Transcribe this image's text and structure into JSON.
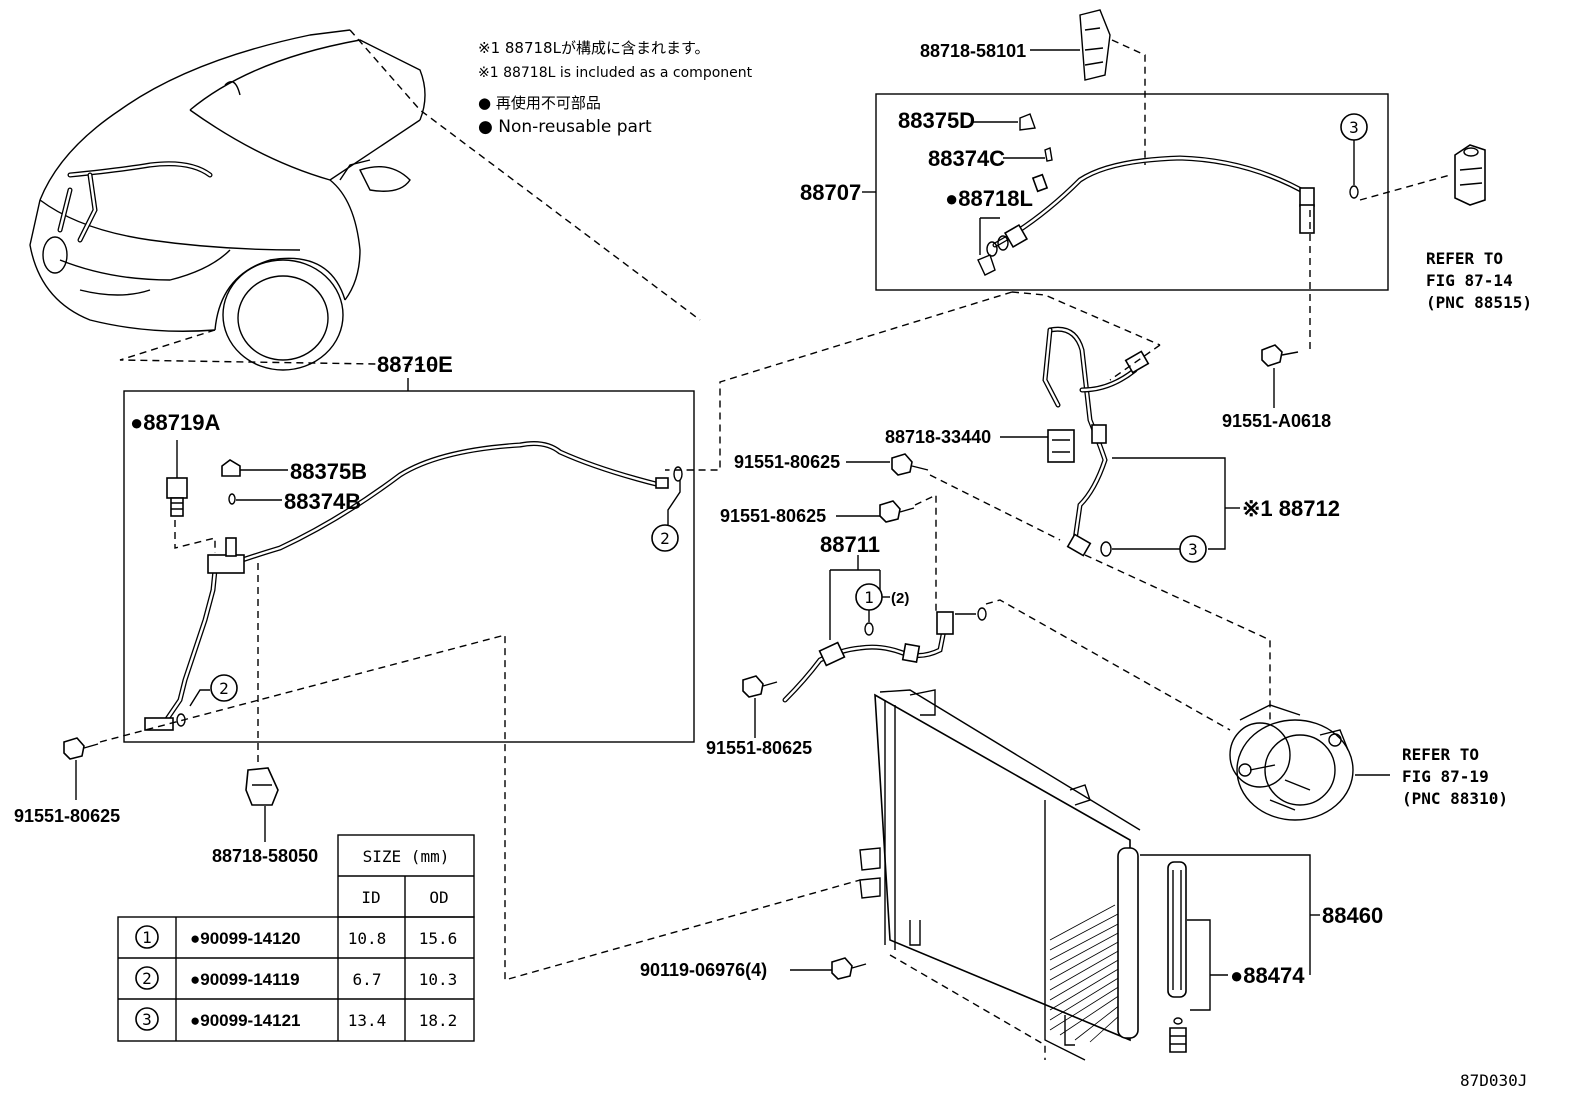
{
  "notes": {
    "jp_component": "※1 88718Lが構成に含まれます。",
    "en_component": "※1 88718L is included as a component",
    "jp_nonreusable": "● 再使用不可部品",
    "en_nonreusable": "● Non-reusable part"
  },
  "labels": {
    "p88718_58101": "88718-58101",
    "p88375D": "88375D",
    "p88374C": "88374C",
    "p88707": "88707",
    "p88718L": "●88718L",
    "p88710E": "88710E",
    "p88719A": "●88719A",
    "p88375B": "88375B",
    "p88374B": "88374B",
    "p88718_33440": "88718-33440",
    "p91551_80625_a": "91551-80625",
    "p91551_80625_b": "91551-80625",
    "p91551_80625_c": "91551-80625",
    "p91551_80625_d": "91551-80625",
    "p91551_A0618": "91551-A0618",
    "p88712": "※1 88712",
    "p88711": "88711",
    "p1_2": "(2)",
    "p88718_58050": "88718-58050",
    "p88460": "88460",
    "p88474": "●88474",
    "p90119": "90119-06976(4)",
    "diagram_code": "87D030J"
  },
  "refs": {
    "ref1": [
      "REFER TO",
      "FIG 87-14",
      "(PNC 88515)"
    ],
    "ref2": [
      "REFER TO",
      "FIG 87-19",
      "(PNC 88310)"
    ]
  },
  "callouts": {
    "c1": "1",
    "c2": "2",
    "c3": "3"
  },
  "size_table": {
    "header": "SIZE (mm)",
    "col_id": "ID",
    "col_od": "OD",
    "rows": [
      {
        "num": "1",
        "part": "●90099-14120",
        "id": "10.8",
        "od": "15.6"
      },
      {
        "num": "2",
        "part": "●90099-14119",
        "id": "6.7",
        "od": "10.3"
      },
      {
        "num": "3",
        "part": "●90099-14121",
        "id": "13.4",
        "od": "18.2"
      }
    ]
  }
}
